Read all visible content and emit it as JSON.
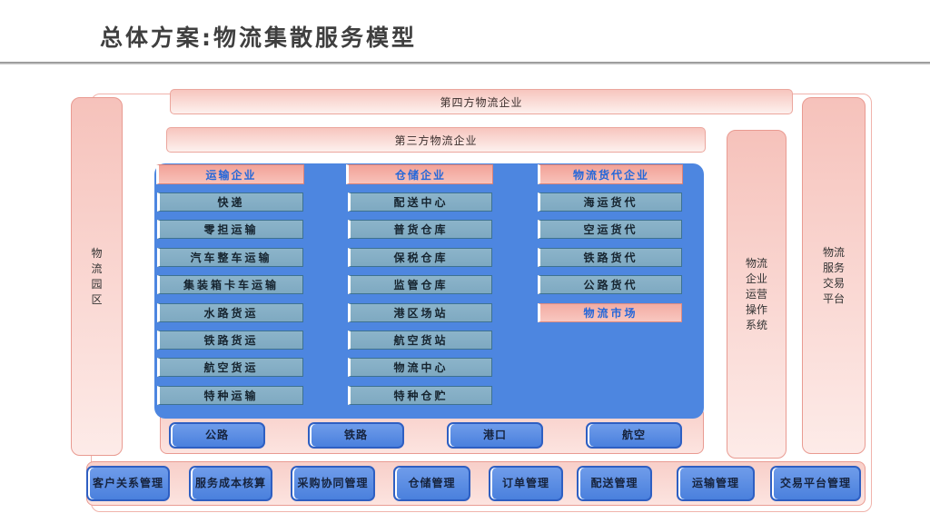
{
  "title": "总体方案:物流集散服务模型",
  "diagram": {
    "left_bar": {
      "label": "物流园区"
    },
    "fourth_party_bar": {
      "label": "第四方物流企业"
    },
    "third_party_bar": {
      "label": "第三方物流企业"
    },
    "columns": [
      {
        "header": "运输企业",
        "items": [
          "快递",
          "零担运输",
          "汽车整车运输",
          "集装箱卡车运输",
          "水路货运",
          "铁路货运",
          "航空货运",
          "特种运输"
        ]
      },
      {
        "header": "仓储企业",
        "items": [
          "配送中心",
          "普货仓库",
          "保税仓库",
          "监管仓库",
          "港区场站",
          "航空货站",
          "物流中心",
          "特种仓贮"
        ]
      },
      {
        "header": "物流货代企业",
        "items": [
          "海运货代",
          "空运货代",
          "铁路货代",
          "公路货代"
        ],
        "highlight_item": "物流市场"
      }
    ],
    "infrastructure": [
      "公路",
      "铁路",
      "港口",
      "航空"
    ],
    "right_bars": [
      {
        "label": "物流企业运营操作系统"
      },
      {
        "label": "物流服务交易平台"
      }
    ],
    "management": [
      "客户关系管理",
      "服务成本核算",
      "采购协同管理",
      "仓储管理",
      "订单管理",
      "配送管理",
      "运输管理",
      "交易平台管理"
    ]
  },
  "colors": {
    "panel_blue": "#4d86e0",
    "item_steel_blue": "#84aec5",
    "item_border": "#3e7290",
    "pink_fill": "#f7c5be",
    "pink_border": "#e99b92",
    "header_pink": "#f2a298",
    "header_text_blue": "#2467d9",
    "button_blue": "#4a80dd",
    "button_border": "#2e5fc2",
    "title_gray": "#3f3f3f"
  }
}
